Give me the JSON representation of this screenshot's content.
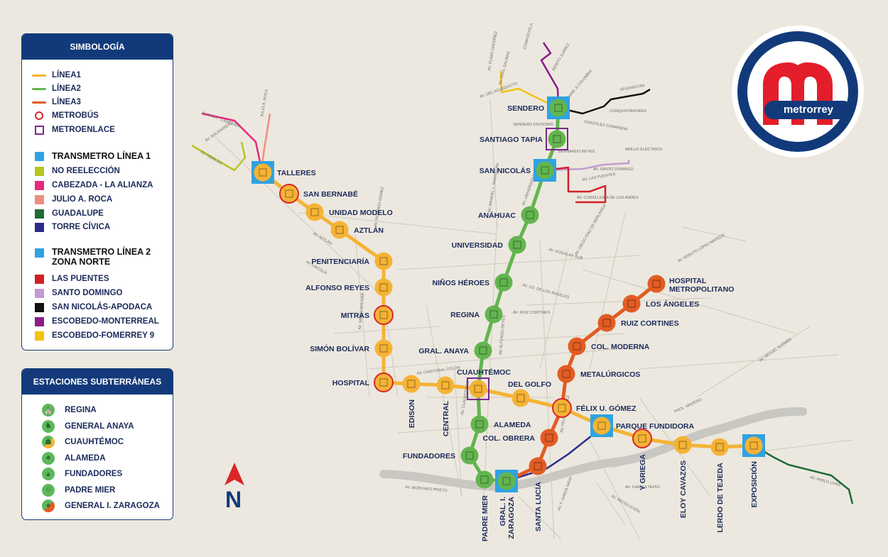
{
  "colors": {
    "linea1": "#f5b335",
    "linea2": "#63b54f",
    "linea3": "#e25c23",
    "metrobus": "#d9262a",
    "metroenlace": "#7b2a8c",
    "transmetro": "#2fa3e1",
    "no_reeleccion": "#b7c520",
    "cabezada": "#e6287e",
    "julio_roca": "#ec8f7f",
    "guadalupe": "#1e6b35",
    "torre_civica": "#2b2b8c",
    "las_puentes": "#d21f26",
    "santo_domingo": "#c39bd3",
    "san_nicolas_apodaca": "#111111",
    "escobedo_monterreal": "#8c1c8c",
    "escobedo_fomerrey": "#f4c20d",
    "navy": "#123a7a",
    "logo_red": "#e31e2a"
  },
  "legend": {
    "title": "SIMBOLOGÍA",
    "items": [
      {
        "label": "LÍNEA1",
        "symbol": "line",
        "color": "#f5b335"
      },
      {
        "label": "LÍNEA2",
        "symbol": "line",
        "color": "#63b54f"
      },
      {
        "label": "LÍNEA3",
        "symbol": "line",
        "color": "#e25c23"
      },
      {
        "label": "METROBÚS",
        "symbol": "circle-outline",
        "color": "#d9262a"
      },
      {
        "label": "METROENLACE",
        "symbol": "square-outline",
        "color": "#7b2a8c"
      },
      {
        "label": "TRANSMETRO LÍNEA 1",
        "symbol": "square",
        "color": "#2fa3e1",
        "big": true
      },
      {
        "label": "NO REELECCIÓN",
        "symbol": "square",
        "color": "#b7c520"
      },
      {
        "label": "CABEZADA - LA ALIANZA",
        "symbol": "square",
        "color": "#e6287e"
      },
      {
        "label": "JULIO A. ROCA",
        "symbol": "square",
        "color": "#ec8f7f"
      },
      {
        "label": "GUADALUPE",
        "symbol": "square",
        "color": "#1e6b35"
      },
      {
        "label": "TORRE CÍVICA",
        "symbol": "square",
        "color": "#2b2b8c"
      },
      {
        "label": "TRANSMETRO LÍNEA 2",
        "label2": "ZONA NORTE",
        "symbol": "square",
        "color": "#2fa3e1",
        "big": true
      },
      {
        "label": "LAS PUENTES",
        "symbol": "square",
        "color": "#d21f26"
      },
      {
        "label": "SANTO DOMINGO",
        "symbol": "square",
        "color": "#c39bd3"
      },
      {
        "label": "SAN NICOLÁS-APODACA",
        "symbol": "square",
        "color": "#111111"
      },
      {
        "label": "ESCOBEDO-MONTERREAL",
        "symbol": "square",
        "color": "#8c1c8c"
      },
      {
        "label": "ESCOBEDO-FOMERREY 9",
        "symbol": "square",
        "color": "#f4c20d"
      }
    ]
  },
  "underground": {
    "title": "ESTACIONES SUBTERRÁNEAS",
    "items": [
      {
        "label": "REGINA",
        "icon": "regina-icon",
        "glyph": "⛪"
      },
      {
        "label": "GENERAL ANAYA",
        "icon": "general-anaya-icon",
        "glyph": "♞"
      },
      {
        "label": "CUAUHTÉMOC",
        "icon": "cuauhtemoc-icon",
        "glyph": "☗"
      },
      {
        "label": "ALAMEDA",
        "icon": "alameda-icon",
        "glyph": "♣"
      },
      {
        "label": "FUNDADORES",
        "icon": "fundadores-icon",
        "glyph": "▲"
      },
      {
        "label": "PADRE MIER",
        "icon": "padre-mier-icon",
        "glyph": "☺"
      },
      {
        "label": "GENERAL I. ZARAGOZA",
        "icon": "general-zaragoza-icon",
        "glyph": "✦"
      }
    ]
  },
  "logo": {
    "text": "metrorrey"
  },
  "north": {
    "label": "N"
  },
  "lines": {
    "linea1": [
      "TALLERES",
      "SAN BERNABÉ",
      "UNIDAD MODELO",
      "AZTLÁN",
      "PENITENCIARÍA",
      "ALFONSO REYES",
      "MITRAS",
      "SIMÓN BOLÍVAR",
      "HOSPITAL",
      "EDISON",
      "CENTRAL",
      "CUAUHTÉMOC",
      "DEL GOLFO",
      "FÉLIX U. GÓMEZ",
      "PARQUE FUNDIDORA",
      "Y GRIEGA",
      "ELOY CAVAZOS",
      "LERDO DE TEJEDA",
      "EXPOSICIÓN"
    ],
    "linea2": [
      "SENDERO",
      "SANTIAGO TAPIA",
      "SAN NICOLÁS",
      "ANÁHUAC",
      "UNIVERSIDAD",
      "NIÑOS HÉROES",
      "REGINA",
      "GRAL. ANAYA",
      "CUAUHTÉMOC",
      "ALAMEDA",
      "FUNDADORES",
      "PADRE MIER",
      "GRAL. I. ZARAGOZA"
    ],
    "linea3": [
      "HOSPITAL METROPOLITANO",
      "LOS ÁNGELES",
      "RUIZ CORTINES",
      "COL. MODERNA",
      "METALÚRGICOS",
      "FÉLIX U. GÓMEZ",
      "COL. OBRERA",
      "SANTA LUCÍA"
    ]
  },
  "stations": [
    {
      "name": "TALLERES",
      "label": "TALLERES",
      "line": "linea1",
      "type": "transmetro"
    },
    {
      "name": "SAN BERNABÉ",
      "label": "SAN BERNABÉ",
      "line": "linea1",
      "type": "metrobus"
    },
    {
      "name": "UNIDAD MODELO",
      "label": "UNIDAD MODELO",
      "line": "linea1",
      "type": "normal"
    },
    {
      "name": "AZTLÁN",
      "label": "AZTLÁN",
      "line": "linea1",
      "type": "normal"
    },
    {
      "name": "PENITENCIARÍA",
      "label": "PENITENCIARÍA",
      "line": "linea1",
      "type": "normal"
    },
    {
      "name": "ALFONSO REYES",
      "label": "ALFONSO REYES",
      "line": "linea1",
      "type": "normal"
    },
    {
      "name": "MITRAS",
      "label": "MITRAS",
      "line": "linea1",
      "type": "metrobus"
    },
    {
      "name": "SIMÓN BOLÍVAR",
      "label": "SIMÓN BOLÍVAR",
      "line": "linea1",
      "type": "normal"
    },
    {
      "name": "HOSPITAL",
      "label": "HOSPITAL",
      "line": "linea1",
      "type": "metrobus"
    },
    {
      "name": "EDISON",
      "label": "EDISON",
      "line": "linea1",
      "type": "normal"
    },
    {
      "name": "CENTRAL",
      "label": "CENTRAL",
      "line": "linea1",
      "type": "normal"
    },
    {
      "name": "CUAUHTÉMOC",
      "label": "CUAUHTÉMOC",
      "line": "linea1",
      "type": "metroenlace"
    },
    {
      "name": "DEL GOLFO",
      "label": "DEL GOLFO",
      "line": "linea1",
      "type": "normal"
    },
    {
      "name": "FÉLIX U. GÓMEZ",
      "label": "FÉLIX U. GÓMEZ",
      "line": "linea1",
      "type": "metrobus"
    },
    {
      "name": "PARQUE FUNDIDORA",
      "label": "PARQUE FUNDIDORA",
      "line": "linea1",
      "type": "transmetro"
    },
    {
      "name": "Y GRIEGA",
      "label": "Y GRIEGA",
      "line": "linea1",
      "type": "metrobus"
    },
    {
      "name": "ELOY CAVAZOS",
      "label": "ELOY CAVAZOS",
      "line": "linea1",
      "type": "normal"
    },
    {
      "name": "LERDO DE TEJEDA",
      "label": "LERDO DE TEJEDA",
      "line": "linea1",
      "type": "normal"
    },
    {
      "name": "EXPOSICIÓN",
      "label": "EXPOSICIÓN",
      "line": "linea1",
      "type": "transmetro"
    },
    {
      "name": "SENDERO",
      "label": "SENDERO",
      "line": "linea2",
      "type": "transmetro"
    },
    {
      "name": "SANTIAGO TAPIA",
      "label": "SANTIAGO TAPIA",
      "line": "linea2",
      "type": "metroenlace"
    },
    {
      "name": "SAN NICOLÁS",
      "label": "SAN NICOLÁS",
      "line": "linea2",
      "type": "transmetro"
    },
    {
      "name": "ANÁHUAC",
      "label": "ANÁHUAC",
      "line": "linea2",
      "type": "normal"
    },
    {
      "name": "UNIVERSIDAD",
      "label": "UNIVERSIDAD",
      "line": "linea2",
      "type": "normal"
    },
    {
      "name": "NIÑOS HÉROES",
      "label": "NIÑOS HÉROES",
      "line": "linea2",
      "type": "normal"
    },
    {
      "name": "REGINA",
      "label": "REGINA",
      "line": "linea2",
      "type": "normal"
    },
    {
      "name": "GRAL. ANAYA",
      "label": "GRAL. ANAYA",
      "line": "linea2",
      "type": "normal"
    },
    {
      "name": "ALAMEDA",
      "label": "ALAMEDA",
      "line": "linea2",
      "type": "normal"
    },
    {
      "name": "FUNDADORES",
      "label": "FUNDADORES",
      "line": "linea2",
      "type": "normal"
    },
    {
      "name": "PADRE MIER",
      "label": "PADRE MIER",
      "line": "linea2",
      "type": "normal"
    },
    {
      "name": "GRAL. I. ZARAGOZA",
      "label": "GRAL. I.",
      "label2": "ZARAGOZA",
      "line": "linea2",
      "type": "transmetro"
    },
    {
      "name": "HOSPITAL METROPOLITANO",
      "label": "HOSPITAL",
      "label2": "METROPOLITANO",
      "line": "linea3",
      "type": "normal"
    },
    {
      "name": "LOS ÁNGELES",
      "label": "LOS ÁNGELES",
      "line": "linea3",
      "type": "normal"
    },
    {
      "name": "RUIZ CORTINES",
      "label": "RUIZ CORTINES",
      "line": "linea3",
      "type": "normal"
    },
    {
      "name": "COL. MODERNA",
      "label": "COL. MODERNA",
      "line": "linea3",
      "type": "normal"
    },
    {
      "name": "METALÚRGICOS",
      "label": "METALÚRGICOS",
      "line": "linea3",
      "type": "normal"
    },
    {
      "name": "COL. OBRERA",
      "label": "COL. OBRERA",
      "line": "linea3",
      "type": "normal"
    },
    {
      "name": "SANTA LUCÍA",
      "label": "SANTA LUCÍA",
      "line": "linea3",
      "type": "normal"
    }
  ],
  "street_labels": [
    "AV. SOLIDARIDAD",
    "AV. HIDALGO",
    "ALIANZA",
    "CABEZADA",
    "JULIO A. ROCA",
    "AV. AZTLÁN",
    "AV. LINCOLN",
    "AV. RODRIGO GÓMEZ",
    "AV. SIMÓN BOLÍVAR",
    "AV. CRISTOBAL COLÓN",
    "AV. CUAUHTÉMOC",
    "AV. ALFONSO REYES",
    "AV. UNIVERSIDAD",
    "AV. MANUEL L. BARRAGÁN",
    "AV. DIEGO DÍAZ DE BERLANGA",
    "AV. NOGALAR SUR",
    "AV. ADOLFO LÓPEZ MATEOS",
    "AV. CD. DE LOS ÁNGELES",
    "AV. RUIZ CORTINES",
    "AV. MIGUEL ALEMÁN",
    "AV. FÉLIX U. GÓMEZ",
    "PROL. MADERO",
    "AV. CHAPULTEPEC",
    "AV. REVOLUCIÓN",
    "AV. F. GARZA SADA",
    "AV. MORONES PRIETO",
    "AV. PABLO LIVAS",
    "AV. DEL ACUEDUCTO",
    "AV. PLINIO ORDÓÑEZ",
    "AV. RAÚL SALINAS",
    "COMPOSTELA",
    "BENITO JUÁREZ",
    "CARR. A COLOMBIA",
    "AFGANISTÁN",
    "CONQUISTADORES",
    "GONZALEZ CAMARENA",
    "SENDERO DIVISORIO",
    "BERNARDO REYES",
    "AV. LAS PUENTES",
    "AV. SANTO DOMINGO",
    "ANILLO ELÉCTRICO",
    "AV. COROLLERIA DE LOS ANDES"
  ]
}
